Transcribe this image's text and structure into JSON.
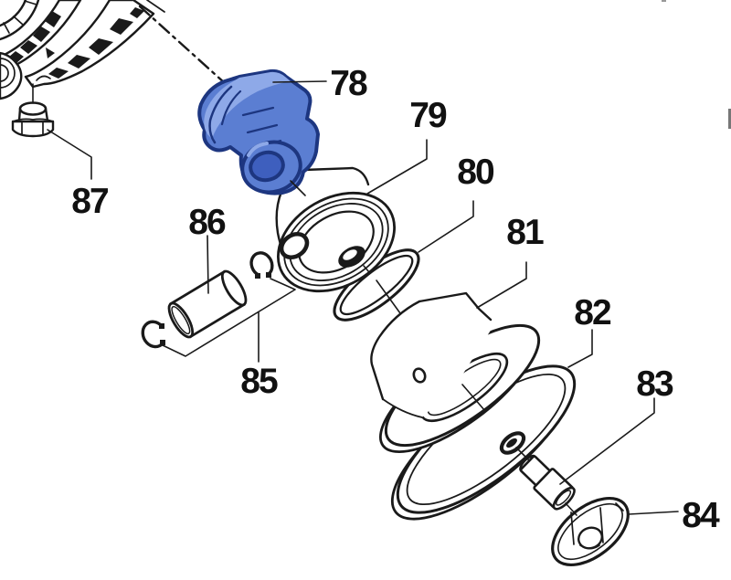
{
  "diagram": {
    "kind": "exploded-parts-diagram",
    "background": "#ffffff",
    "line_color": "#1a1a1a",
    "highlight_fill": "#5b7ed2",
    "highlight_light": "#8ea9e8",
    "highlight_dark_fill": "#3e5fbe",
    "highlight_outline": "#1d3680",
    "labels": [
      {
        "text": "78"
      },
      {
        "text": "79"
      },
      {
        "text": "80"
      },
      {
        "text": "81"
      },
      {
        "text": "82"
      },
      {
        "text": "83"
      },
      {
        "text": "84"
      },
      {
        "text": "85"
      },
      {
        "text": "86"
      },
      {
        "text": "87"
      }
    ]
  }
}
